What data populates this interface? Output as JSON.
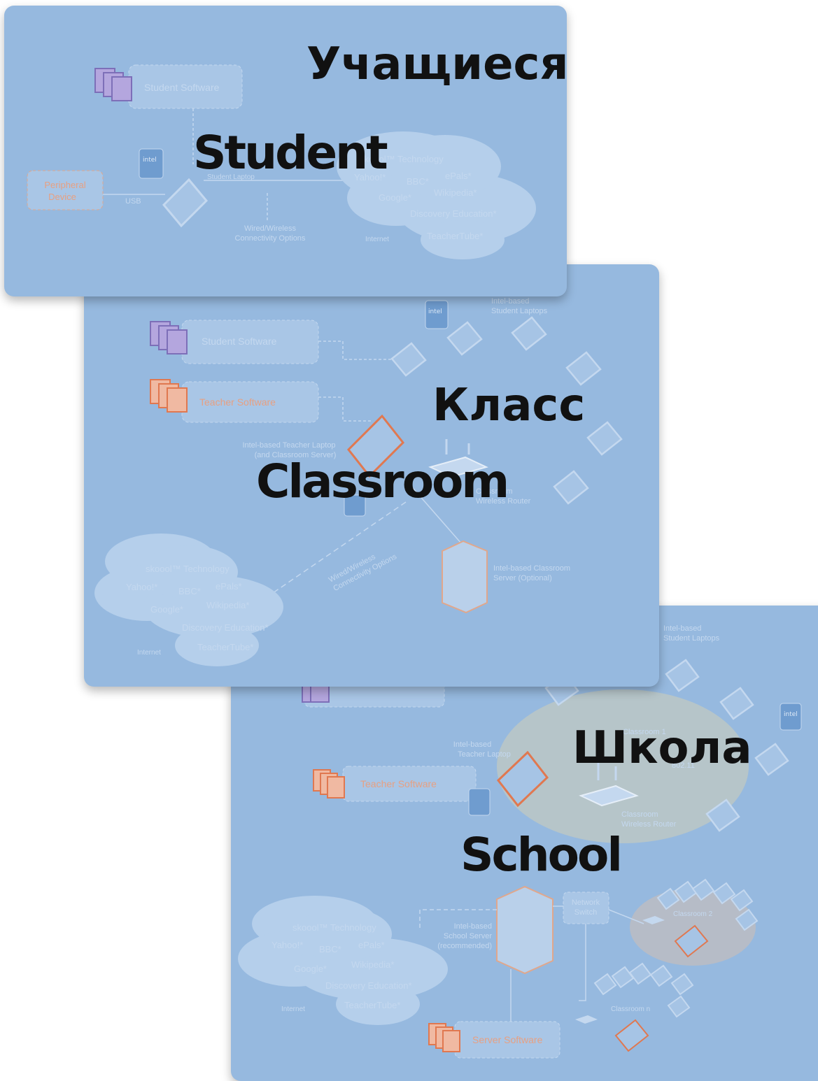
{
  "titles": {
    "student_ru": "Учащиеся",
    "student_en": "Student",
    "classroom_ru": "Класс",
    "classroom_en": "Classroom",
    "school_ru": "Школа",
    "school_en": "School"
  },
  "student_diagram": {
    "student_software": "Student Software",
    "student_laptop": "Student Laptop",
    "peripheral_line1": "Peripheral",
    "peripheral_line2": "Device",
    "usb": "USB",
    "connectivity_line1": "Wired/Wireless",
    "connectivity_line2": "Connectivity Options",
    "internet": "Internet",
    "intel": "intel",
    "cloud": [
      "skoool™ Technology",
      "Yahoo!*",
      "BBC*",
      "ePals*",
      "Google*",
      "Wikipedia*",
      "Discovery Education*",
      "TeacherTube*"
    ]
  },
  "classroom_diagram": {
    "student_software": "Student Software",
    "teacher_software": "Teacher Software",
    "student_laptops_line1": "Intel-based",
    "student_laptops_line2": "Student Laptops",
    "teacher_laptop_line1": "Intel-based Teacher Laptop",
    "teacher_laptop_line2": "(and Classroom Server)",
    "router_line1": "Classroom",
    "router_line2": "Wireless Router",
    "connectivity_line1": "Wired/Wireless",
    "connectivity_line2": "Connectivity Options",
    "server_line1": "Intel-based Classroom",
    "server_line2": "Server (Optional)",
    "internet": "Internet",
    "intel": "intel",
    "cloud": [
      "skoool™ Technology",
      "Yahoo!*",
      "BBC*",
      "ePals*",
      "Google*",
      "Wikipedia*",
      "Discovery Education*",
      "TeacherTube*"
    ]
  },
  "school_diagram": {
    "student_laptops_line1": "Intel-based",
    "student_laptops_line2": "Student Laptops",
    "teacher_laptop_line1": "Intel-based",
    "teacher_laptop_line2": "Teacher Laptop",
    "teacher_software": "Teacher Software",
    "classroom1": "Classroom 1",
    "wifi": "802.11",
    "router_line1": "Classroom",
    "router_line2": "Wireless Router",
    "switch_line1": "Network",
    "switch_line2": "Switch",
    "server_line1": "Intel-based",
    "server_line2": "School Server",
    "server_line3": "(recommended)",
    "classroom2": "Classroom 2",
    "classroom_n": "Classroom n",
    "server_software": "Server Software",
    "internet": "Internet",
    "intel": "intel",
    "cloud": [
      "skoool™ Technology",
      "Yahoo!*",
      "BBC*",
      "ePals*",
      "Google*",
      "Wikipedia*",
      "Discovery Education*",
      "TeacherTube*"
    ]
  },
  "colors": {
    "panel": "#96b9df",
    "faint_text": "#c4d8ef",
    "purple_icon": "#7d6fb8",
    "orange_icon": "#e07850",
    "title": "#111111"
  }
}
